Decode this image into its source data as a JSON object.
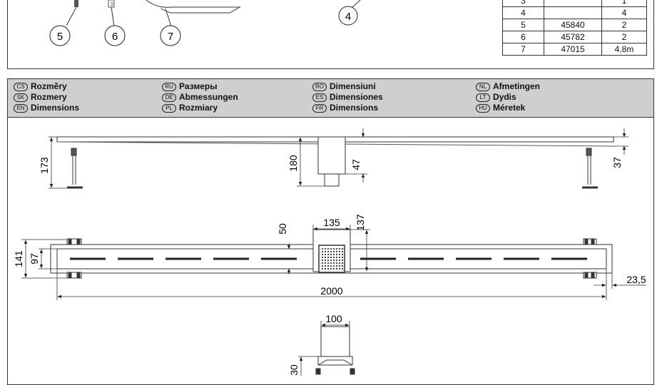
{
  "callouts": [
    "5",
    "6",
    "7",
    "4"
  ],
  "parts_table": {
    "rows": [
      {
        "pos": "3",
        "code": "",
        "qty": "1"
      },
      {
        "pos": "4",
        "code": "",
        "qty": "4"
      },
      {
        "pos": "5",
        "code": "45840",
        "qty": "2"
      },
      {
        "pos": "6",
        "code": "45782",
        "qty": "2"
      },
      {
        "pos": "7",
        "code": "47015",
        "qty": "4,8m"
      }
    ]
  },
  "languages": [
    {
      "code": "CS",
      "label": "Rozměry"
    },
    {
      "code": "SK",
      "label": "Rozmery"
    },
    {
      "code": "EN",
      "label": "Dimensions"
    },
    {
      "code": "RU",
      "label": "Размеры"
    },
    {
      "code": "DE",
      "label": "Abmessungen"
    },
    {
      "code": "PL",
      "label": "Rozmiary"
    },
    {
      "code": "RO",
      "label": "Dimensiuni"
    },
    {
      "code": "ES",
      "label": "Dimensiones"
    },
    {
      "code": "FR",
      "label": "Dimensions"
    },
    {
      "code": "NL",
      "label": "Afmetingen"
    },
    {
      "code": "LT",
      "label": "Dydis"
    },
    {
      "code": "HU",
      "label": "Méretek"
    }
  ],
  "dimensions": {
    "side_height": "173",
    "outlet_height": "180",
    "channel_depth": "47",
    "edge_height": "37",
    "grate_offset": "50",
    "grate_width": "135",
    "grate_height": "137",
    "total_width": "141",
    "inner_width": "97",
    "length": "2000",
    "end_gap": "23,5",
    "outlet_width": "100",
    "outlet_depth": "30"
  }
}
